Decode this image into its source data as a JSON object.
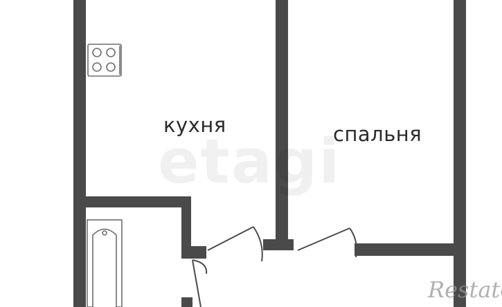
{
  "rooms": {
    "kitchen": "кухня",
    "bedroom": "спальня"
  },
  "watermarks": {
    "main": "etagi",
    "corner": "Restate"
  },
  "colors": {
    "wall": "#4a4a4a",
    "background": "#ffffff",
    "text": "#2b2b2b"
  },
  "icons": [
    "stove-icon",
    "bathtub-icon",
    "door-swing-icon"
  ]
}
